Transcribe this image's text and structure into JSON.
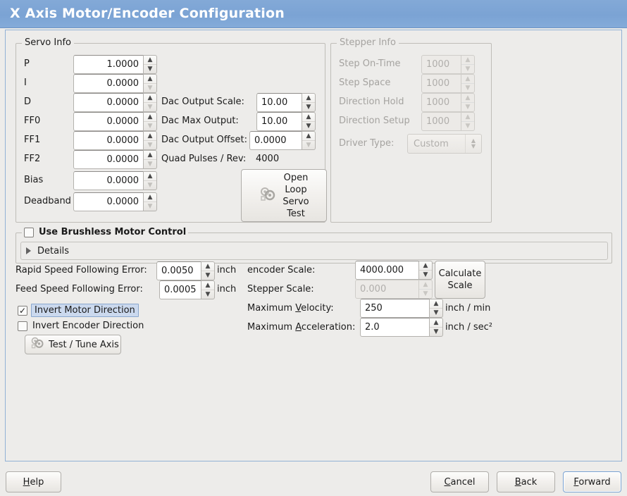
{
  "window": {
    "title": "X Axis Motor/Encoder Configuration",
    "accent_color": "#7ba3d4",
    "panel_border_color": "#92b1d5"
  },
  "servo_info": {
    "legend": "Servo Info",
    "fields": [
      {
        "label": "P",
        "value": "1.0000",
        "down_enabled": true
      },
      {
        "label": "I",
        "value": "0.0000",
        "down_enabled": false
      },
      {
        "label": "D",
        "value": "0.0000",
        "down_enabled": false
      },
      {
        "label": "FF0",
        "value": "0.0000",
        "down_enabled": false
      },
      {
        "label": "FF1",
        "value": "0.0000",
        "down_enabled": false
      },
      {
        "label": "FF2",
        "value": "0.0000",
        "down_enabled": false
      },
      {
        "label": "Bias",
        "value": "0.0000",
        "down_enabled": false
      },
      {
        "label": "Deadband",
        "value": "0.0000",
        "down_enabled": false
      }
    ],
    "dac": [
      {
        "label": "Dac Output Scale:",
        "value": "10.00"
      },
      {
        "label": "Dac Max Output:",
        "value": "10.00"
      },
      {
        "label": "Dac Output Offset:",
        "value": "0.0000"
      }
    ],
    "quad_pulses_label": "Quad Pulses / Rev:",
    "quad_pulses_value": "4000",
    "open_loop_button": "Open\nLoop\nServo\nTest",
    "open_loop_lines": [
      "Open",
      "Loop",
      "Servo",
      "Test"
    ]
  },
  "stepper_info": {
    "legend": "Stepper Info",
    "disabled": true,
    "fields": [
      {
        "label": "Step On-Time",
        "value": "1000"
      },
      {
        "label": "Step Space",
        "value": "1000"
      },
      {
        "label": "Direction Hold",
        "value": "1000"
      },
      {
        "label": "Direction Setup",
        "value": "1000"
      }
    ],
    "driver_type_label": "Driver Type:",
    "driver_type_value": "Custom"
  },
  "brushless": {
    "checkbox_label": "Use Brushless Motor Control",
    "checked": false,
    "details_label": "Details",
    "expanded": false
  },
  "tuning": {
    "rapid_following_error": {
      "label": "Rapid Speed Following Error:",
      "value": "0.0050",
      "unit": "inch"
    },
    "feed_following_error": {
      "label": "Feed Speed Following Error:",
      "value": "0.0005",
      "unit": "inch"
    },
    "invert_motor": {
      "label": "Invert Motor Direction",
      "checked": true,
      "focused": true
    },
    "invert_encoder": {
      "label": "Invert Encoder Direction",
      "checked": false,
      "focused": false
    },
    "test_tune_button": "Test / Tune Axis"
  },
  "scales": {
    "encoder_scale": {
      "label": "encoder Scale:",
      "value": "4000.000",
      "disabled": false
    },
    "stepper_scale": {
      "label": "Stepper Scale:",
      "value": "0.000",
      "disabled": true
    },
    "max_velocity": {
      "label_pre": "Maximum ",
      "label_mnemonic": "V",
      "label_post": "elocity:",
      "value": "250",
      "unit": "inch / min"
    },
    "max_accel": {
      "label_pre": "Maximum ",
      "label_mnemonic": "A",
      "label_post": "cceleration:",
      "value": "2.0",
      "unit": "inch / sec²"
    },
    "calculate_button_lines": [
      "Calculate",
      "Scale"
    ]
  },
  "footer": {
    "help": {
      "pre": "",
      "mnemonic": "H",
      "post": "elp"
    },
    "cancel": {
      "pre": "",
      "mnemonic": "C",
      "post": "ancel"
    },
    "back": {
      "pre": "",
      "mnemonic": "B",
      "post": "ack"
    },
    "forward": {
      "pre": "",
      "mnemonic": "F",
      "post": "orward",
      "focused": true
    }
  },
  "icons": {
    "spin_up": "⌃",
    "spin_down": "⌄",
    "check": "✓",
    "gear": "gears-icon"
  }
}
